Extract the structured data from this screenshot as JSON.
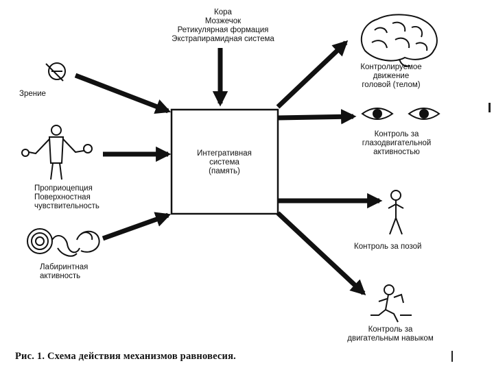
{
  "top_inputs": [
    "Кора",
    "Мозжечок",
    "Ретикулярная формация",
    "Экстрапирамидная система"
  ],
  "center_box": [
    "Интегративная",
    "система",
    "(память)"
  ],
  "inputs": {
    "vision": "Зрение",
    "proprioception": [
      "Проприоцепция",
      "Поверхностная",
      "чувствительность"
    ],
    "labyrinth": [
      "Лабиринтная",
      "активность"
    ]
  },
  "outputs": {
    "head_motion": [
      "Контролируемое",
      "движение",
      "головой (телом)"
    ],
    "eye_motor": [
      "Контроль за",
      "глазодвигательной",
      "активностью"
    ],
    "posture": "Контроль за позой",
    "motor_skill": [
      "Контроль за",
      "двигательным навыком"
    ]
  },
  "caption": "Рис. 1. Схема действия механизмов равновесия.",
  "colors": {
    "ink": "#111111",
    "background": "#ffffff"
  },
  "icons": [
    "eye-icon",
    "stick-figure-icon",
    "ear-labyrinth-icon",
    "brain-icon",
    "eyes-pair-icon",
    "standing-figure-icon",
    "running-figure-icon"
  ]
}
